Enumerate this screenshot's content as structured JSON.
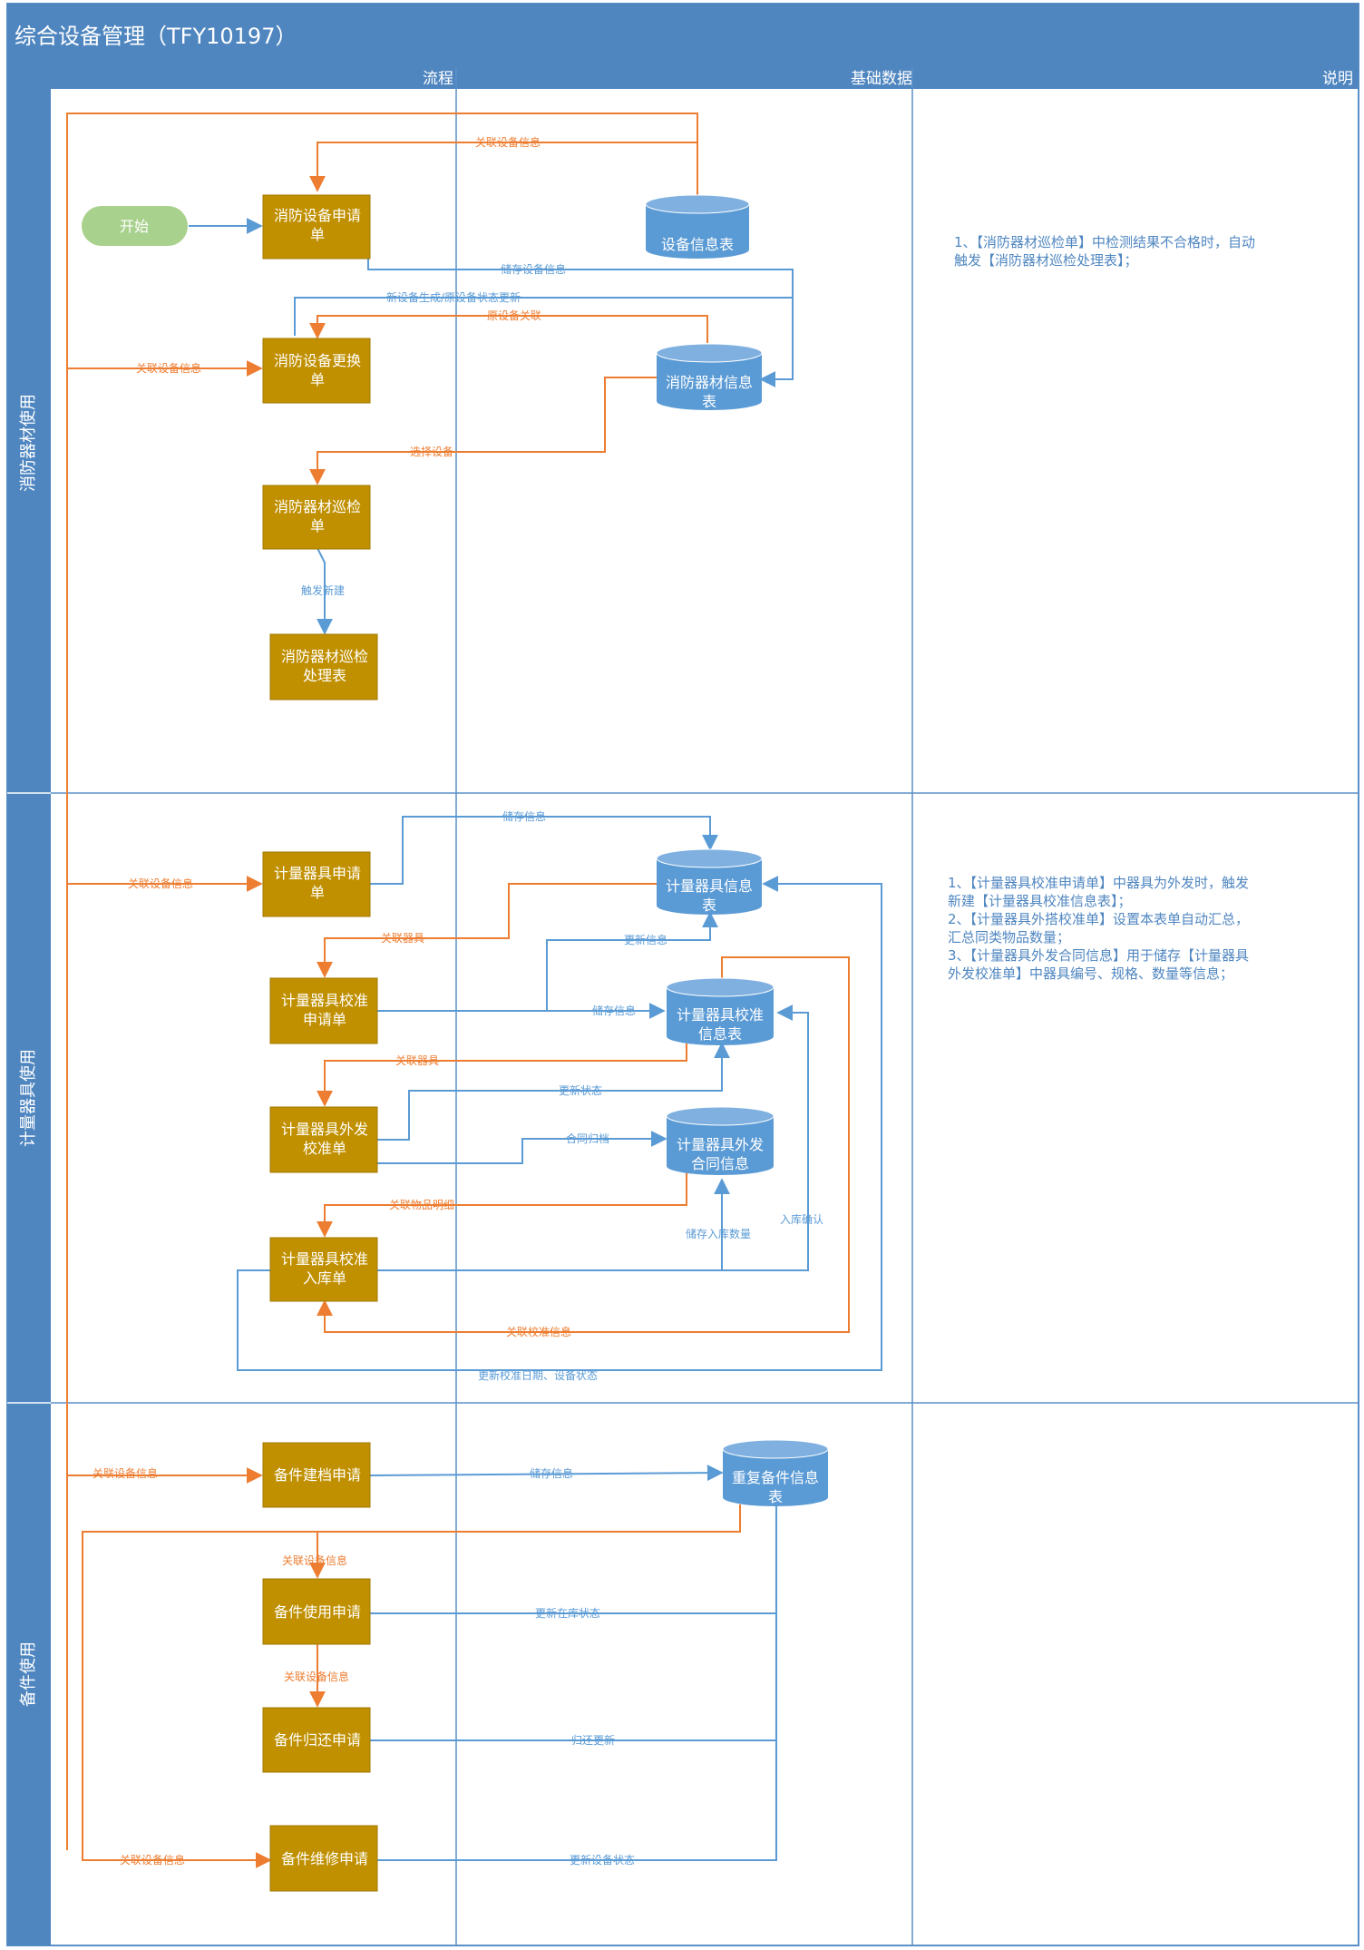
{
  "title": "综合设备管理（TFY10197）",
  "columns": {
    "flow": "流程",
    "base": "基础数据",
    "note": "说明"
  },
  "lanes": [
    {
      "id": "fire",
      "label": "消防器材使用"
    },
    {
      "id": "meter",
      "label": "计量器具使用"
    },
    {
      "id": "spare",
      "label": "备件使用"
    }
  ],
  "start_label": "开始",
  "processes": {
    "fire_apply": [
      "消防设备申请",
      "单"
    ],
    "fire_replace": [
      "消防设备更换",
      "单"
    ],
    "fire_inspect": [
      "消防器材巡检",
      "单"
    ],
    "fire_handle": [
      "消防器材巡检",
      "处理表"
    ],
    "meter_apply": [
      "计量器具申请",
      "单"
    ],
    "meter_calib_apply": [
      "计量器具校准",
      "申请单"
    ],
    "meter_out_calib": [
      "计量器具外发",
      "校准单"
    ],
    "meter_calib_in": [
      "计量器具校准",
      "入库单"
    ],
    "spare_file": [
      "备件建档申请"
    ],
    "spare_use": [
      "备件使用申请"
    ],
    "spare_return": [
      "备件归还申请"
    ],
    "spare_repair": [
      "备件维修申请"
    ]
  },
  "databases": {
    "equip_info": [
      "设备信息表"
    ],
    "fire_equip": [
      "消防器材信息",
      "表"
    ],
    "meter_info": [
      "计量器具信息",
      "表"
    ],
    "meter_calib": [
      "计量器具校准",
      "信息表"
    ],
    "meter_contract": [
      "计量器具外发",
      "合同信息"
    ],
    "spare_info": [
      "重复备件信息",
      "表"
    ]
  },
  "edge_labels": {
    "e_rel_equip_top": "关联设备信息",
    "e_store_equip": "储存设备信息",
    "e_new_equip": "新设备生成/原设备状态更新",
    "e_orig_rel": "原设备关联",
    "e_rel_equip_fire2": "关联设备信息",
    "e_select": "选择设备",
    "e_trigger": "触发新建",
    "e_store_info": "储存信息",
    "e_rel_equip_meter": "关联设备信息",
    "e_rel_tool": "关联器具",
    "e_update_info": "更新信息",
    "e_store_info2": "储存信息",
    "e_rel_tool2": "关联器具",
    "e_update_status": "更新状态",
    "e_contract": "合同归档",
    "e_rel_detail": "关联物品明细",
    "e_in_confirm": "入库确认",
    "e_store_qty": "储存入库数量",
    "e_rel_calib": "关联校准信息",
    "e_update_calib": "更新校准日期、设备状态",
    "e_rel_equip_spare1": "关联设备信息",
    "e_store_info3": "储存信息",
    "e_rel_equip_spare2": "关联设备信息",
    "e_update_stock": "更新在库状态",
    "e_rel_equip_spare3": "关联设备信息",
    "e_return": "归还更新",
    "e_rel_equip_spare4": "关联设备信息",
    "e_update_dev": "更新设备状态"
  },
  "notes": {
    "fire": [
      "1、【消防器材巡检单】中检测结果不合格时，自动",
      "触发【消防器材巡检处理表】；"
    ],
    "meter": [
      "1、【计量器具校准申请单】中器具为外发时，触发",
      "新建【计量器具校准信息表】；",
      "2、【计量器具外搭校准单】设置本表单自动汇总，",
      "汇总同类物品数量；",
      "3、【计量器具外发合同信息】用于储存【计量器具",
      "外发校准单】中器具编号、规格、数量等信息；"
    ],
    "spare": []
  },
  "colors": {
    "header": "#4f86c0",
    "lane": "#4f86c0",
    "border": "#5b8fc7",
    "process": "#c09000",
    "process_border": "#a27800",
    "db": "#5b9bd5",
    "start": "#a9d18e",
    "orange": "#ed7d31",
    "blue": "#5b9bd5",
    "note_text": "#4f86c0"
  }
}
